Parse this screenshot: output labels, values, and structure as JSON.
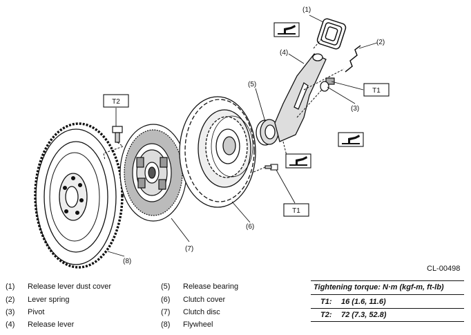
{
  "callouts": {
    "n1": "(1)",
    "n2": "(2)",
    "n3": "(3)",
    "n4": "(4)",
    "n5": "(5)",
    "n6": "(6)",
    "n7": "(7)",
    "n8": "(8)"
  },
  "torque_tags": {
    "t1": "T1",
    "t2": "T2"
  },
  "figure_code": "CL-00498",
  "legend": [
    {
      "num": "(1)",
      "name": "Release lever dust cover"
    },
    {
      "num": "(2)",
      "name": "Lever spring"
    },
    {
      "num": "(3)",
      "name": "Pivot"
    },
    {
      "num": "(4)",
      "name": "Release lever"
    },
    {
      "num": "(5)",
      "name": "Release bearing"
    },
    {
      "num": "(6)",
      "name": "Clutch cover"
    },
    {
      "num": "(7)",
      "name": "Clutch disc"
    },
    {
      "num": "(8)",
      "name": "Flywheel"
    }
  ],
  "torque_table": {
    "title": "Tightening torque: N·m (kgf-m, ft-lb)",
    "rows": [
      {
        "key": "T1:",
        "value": "16 (1.6, 11.6)"
      },
      {
        "key": "T2:",
        "value": "72 (7.3, 52.8)"
      }
    ]
  },
  "icons": [
    "grease-can-icon",
    "grease-can-icon",
    "grease-can-icon"
  ]
}
